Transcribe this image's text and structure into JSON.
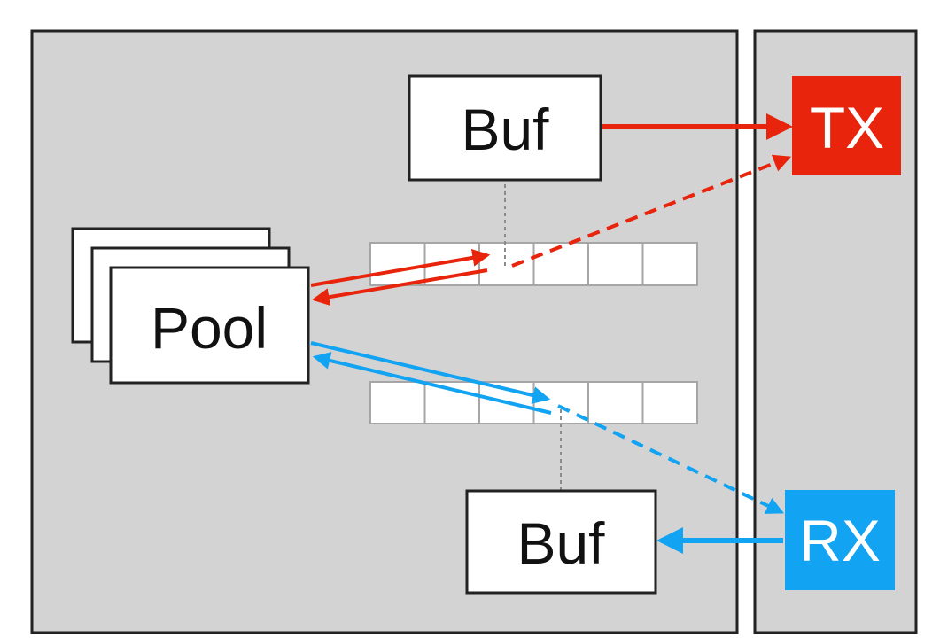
{
  "labels": {
    "pool": "Pool",
    "buf_top": "Buf",
    "buf_bottom": "Buf",
    "tx": "TX",
    "rx": "RX"
  },
  "colors": {
    "panel_fill": "#d3d3d3",
    "panel_stroke": "#222222",
    "box_fill": "#ffffff",
    "box_stroke": "#222222",
    "slot_stroke": "#a6a6a6",
    "tx": "#e8240c",
    "rx": "#12a3f2",
    "guide": "#8c8c8c"
  },
  "rings": {
    "tx_ring_slots": 6,
    "rx_ring_slots": 6
  }
}
